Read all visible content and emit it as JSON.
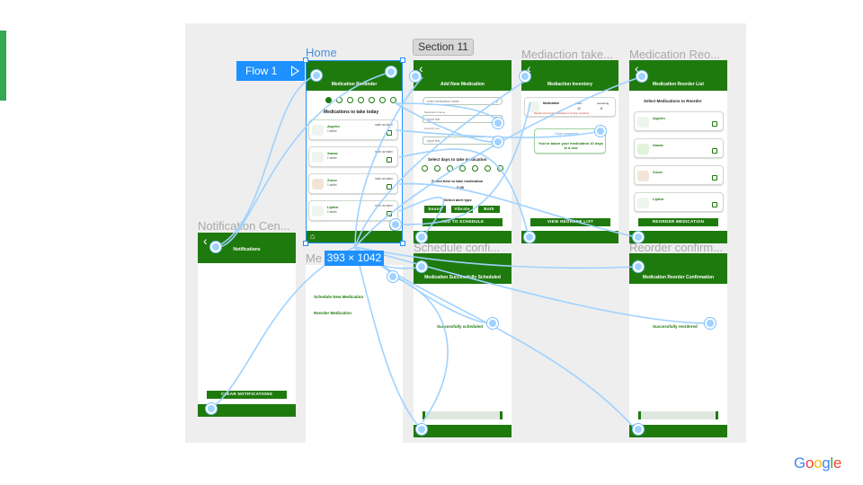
{
  "brand": {
    "accent": "#34a853",
    "app_green": "#1f7a0e",
    "link_blue": "#1e90ff",
    "google": "Google"
  },
  "canvas": {
    "flow_button": "Flow 1",
    "section_tag": "Section 11",
    "selection_size": "393 × 1042",
    "frame_titles": {
      "home": "Home",
      "add_new": "",
      "inventory": "Mediaction take...",
      "reorder": "Medication Reo...",
      "notifications": "Notification Cen...",
      "menu": "Me",
      "schedule_confirm": "Schedule confi...",
      "reorder_confirm": "Reorder confirm..."
    }
  },
  "home": {
    "title": "Medication Reminder",
    "section": "Medications to take today",
    "meds": [
      {
        "name": "Aspirin",
        "sub": "1 tablet",
        "taken": "mark as taken"
      },
      {
        "name": "Xanax",
        "sub": "1 tablet",
        "taken": "mark as taken"
      },
      {
        "name": "Zocor",
        "sub": "1 tablet",
        "taken": "mark as taken"
      },
      {
        "name": "Lipitor",
        "sub": "1 tablet",
        "taken": "mark as taken"
      }
    ]
  },
  "add_new": {
    "title": "Add New Medication",
    "search_placeholder": "enter medication name",
    "fields": [
      {
        "label": "Medication Name",
        "value": "Input text"
      },
      {
        "label": "Quantity text",
        "value": "Input text"
      }
    ],
    "days_label": "Select days to take medication",
    "days": [
      "S",
      "M",
      "T",
      "W",
      "T",
      "F",
      "S"
    ],
    "time_label": "Select time to take medication",
    "time_value": "6:00",
    "alert_label": "Select alert type",
    "alerts": [
      "Sound",
      "Vibrate",
      "Both"
    ],
    "submit": "ADD TO SCHEDULE"
  },
  "inventory": {
    "title": "Mediaction Inventory",
    "row": {
      "name": "Medication",
      "taken_label": "taken",
      "remaining_label": "remaining",
      "taken": "12",
      "remaining": "8"
    },
    "warning": "Reorder time for this medication is 10 days remaining",
    "popup_title": "Copy convenient",
    "popup_text": "You've taken your medication 10 days in a row",
    "button": "VIEW REORDER LIST"
  },
  "reorder": {
    "title": "Medication Reorder List",
    "prompt": "Select Medications to Reorder",
    "items": [
      "Aspirin",
      "Xanax",
      "Zocor",
      "Lipitor"
    ],
    "button": "REORDER MEDICATION"
  },
  "notifications": {
    "title": "Notifications",
    "button": "CLEAR NOTIFICATIONS"
  },
  "menu": {
    "items": [
      "Schedule New Medication",
      "Reorder Medication"
    ]
  },
  "schedule_confirm": {
    "title": "Medication Successfully Scheduled",
    "message": "Successfully scheduled"
  },
  "reorder_confirm": {
    "title": "Medication Reorder Confirmation",
    "message": "Successfully reordered"
  }
}
